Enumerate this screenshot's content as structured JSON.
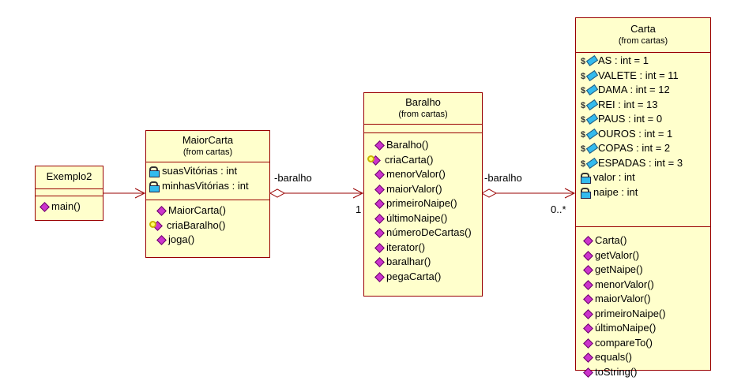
{
  "classes": {
    "exemplo2": {
      "name": "Exemplo2",
      "operations": [
        "main()"
      ]
    },
    "maiorcarta": {
      "name": "MaiorCarta",
      "from": "(from cartas)",
      "attributes": [
        "suasVitórias : int",
        "minhasVitórias : int"
      ],
      "operations": [
        "MaiorCarta()",
        "criaBaralho()",
        "joga()"
      ]
    },
    "baralho": {
      "name": "Baralho",
      "from": "(from cartas)",
      "operations": [
        "Baralho()",
        "criaCarta()",
        "menorValor()",
        "maiorValor()",
        "primeiroNaipe()",
        "últimoNaipe()",
        "númeroDeCartas()",
        "iterator()",
        "baralhar()",
        "pegaCarta()"
      ]
    },
    "carta": {
      "name": "Carta",
      "from": "(from cartas)",
      "attributes": [
        "AS : int = 1",
        "VALETE : int = 11",
        "DAMA : int = 12",
        "REI : int = 13",
        "PAUS : int = 0",
        "OUROS : int = 1",
        "COPAS : int = 2",
        "ESPADAS : int = 3",
        "valor : int",
        "naipe : int"
      ],
      "operations": [
        "Carta()",
        "getValor()",
        "getNaipe()",
        "menorValor()",
        "maiorValor()",
        "primeiroNaipe()",
        "últimoNaipe()",
        "compareTo()",
        "equals()",
        "toString()"
      ]
    }
  },
  "static_marker": "$",
  "associations": {
    "maiorcarta_baralho": {
      "role": "-baralho",
      "multiplicity": "1"
    },
    "baralho_carta": {
      "role": "-baralho",
      "multiplicity": "0..*"
    }
  },
  "colors": {
    "fill": "#ffffcc",
    "border": "#990000",
    "method_icon": "#cc33cc",
    "attribute_icon": "#33bbee"
  }
}
